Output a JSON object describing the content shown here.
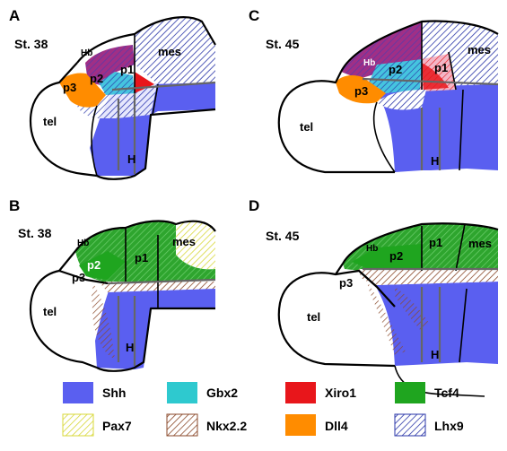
{
  "panels": [
    {
      "letter": "A",
      "stage": "St. 38"
    },
    {
      "letter": "C",
      "stage": "St. 45"
    },
    {
      "letter": "B",
      "stage": "St. 38"
    },
    {
      "letter": "D",
      "stage": "St. 45"
    }
  ],
  "regions": {
    "hb": "Hb",
    "p1": "p1",
    "p2": "p2",
    "p3": "p3",
    "mes": "mes",
    "tel": "tel",
    "h": "H"
  },
  "legend": [
    {
      "label": "Shh",
      "color": "#5a5ff0",
      "pattern": "solid"
    },
    {
      "label": "Gbx2",
      "color": "#2ec9cf",
      "pattern": "solid"
    },
    {
      "label": "Xiro1",
      "color": "#e8161b",
      "pattern": "solid"
    },
    {
      "label": "Tcf4",
      "color": "#1fa51f",
      "pattern": "solid"
    },
    {
      "label": "Pax7",
      "color": "#e6e63a",
      "pattern": "hatch"
    },
    {
      "label": "Nkx2.2",
      "color": "#8b4a2b",
      "pattern": "hatch"
    },
    {
      "label": "Dll4",
      "color": "#ff8c00",
      "pattern": "solid"
    },
    {
      "label": "Lhx9",
      "color": "#2a36a8",
      "pattern": "hatch"
    }
  ]
}
